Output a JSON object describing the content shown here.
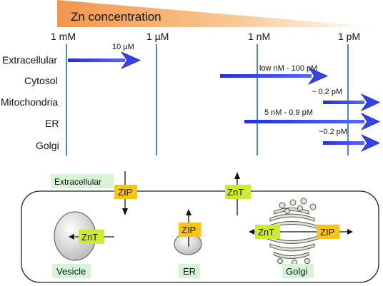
{
  "title": "Zn concentration",
  "scale_ticks": [
    "1 mM",
    "1 µM",
    "1 nM",
    "1 pM"
  ],
  "rows": [
    {
      "label": "Extracellular",
      "range_label": "10 µM"
    },
    {
      "label": "Cytosol",
      "range_label": "low nM - 100 pM"
    },
    {
      "label": "Mitochondria",
      "range_label": "~ 0.2  pM"
    },
    {
      "label": "ER",
      "range_label": "5 nM - 0.9 pM"
    },
    {
      "label": "Golgi",
      "range_label": "~0.2 pM"
    }
  ],
  "cell": {
    "extracellular_label": "Extracellular",
    "transporters": {
      "zip": "ZIP",
      "znt": "ZnT"
    },
    "organelles": [
      "Vesicle",
      "ER",
      "Golgi"
    ]
  },
  "colors": {
    "wedge_start": "#ffffff",
    "wedge_end": "#f4a052",
    "arrow": "#3344dd",
    "tick_line": "#4f86c6",
    "transporter_zip": "#f7c41a",
    "transporter_znt": "#cdea34",
    "label_box": "#d6f5d6"
  }
}
